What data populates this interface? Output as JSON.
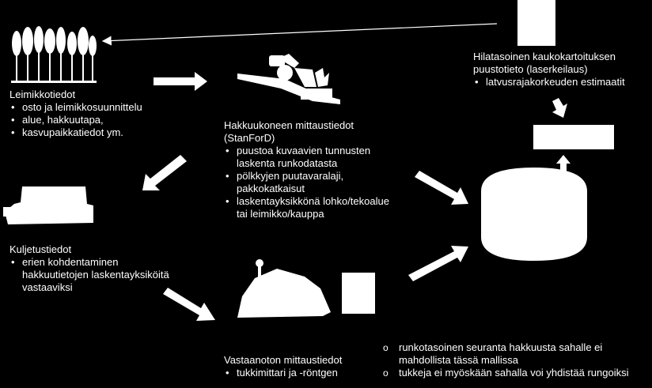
{
  "leimikko": {
    "title": "Leimikkotiedot",
    "items": [
      "osto ja leimikkosuunnittelu",
      "alue, hakkuutapa,",
      "kasvupaikkatiedot ym."
    ]
  },
  "hakkuukone": {
    "title": "Hakkuukoneen mittaustiedot",
    "title2": "(StanForD)",
    "items": [
      "puustoa kuvaavien tunnusten",
      "laskenta runkodatasta",
      "pölkkyjen puutavaralaji,",
      "pakkokatkaisut",
      "laskentayksikkönä lohko/tekoalue",
      "tai leimikko/kauppa"
    ]
  },
  "kuljetus": {
    "title": "Kuljetustiedot",
    "items": [
      "erien kohdentaminen",
      "hakkuutietojen laskentayksiköitä",
      "vastaaviksi"
    ]
  },
  "vastaanotto": {
    "title": "Vastaanoton mittaustiedot",
    "items": [
      "tukkimittari ja -röntgen"
    ]
  },
  "kaukokartoitus": {
    "title": "Hilatasoinen kaukokartoituksen",
    "title2": "puustotieto (laserkeilaus)",
    "items": [
      "latvusrajakorkeuden estimaatit"
    ]
  },
  "notes": {
    "items": [
      "runkotasoinen seuranta hakkuusta sahalle ei",
      "mahdollista tässä mallissa",
      "tukkeja ei myöskään sahalla voi yhdistää rungoiksi"
    ]
  }
}
